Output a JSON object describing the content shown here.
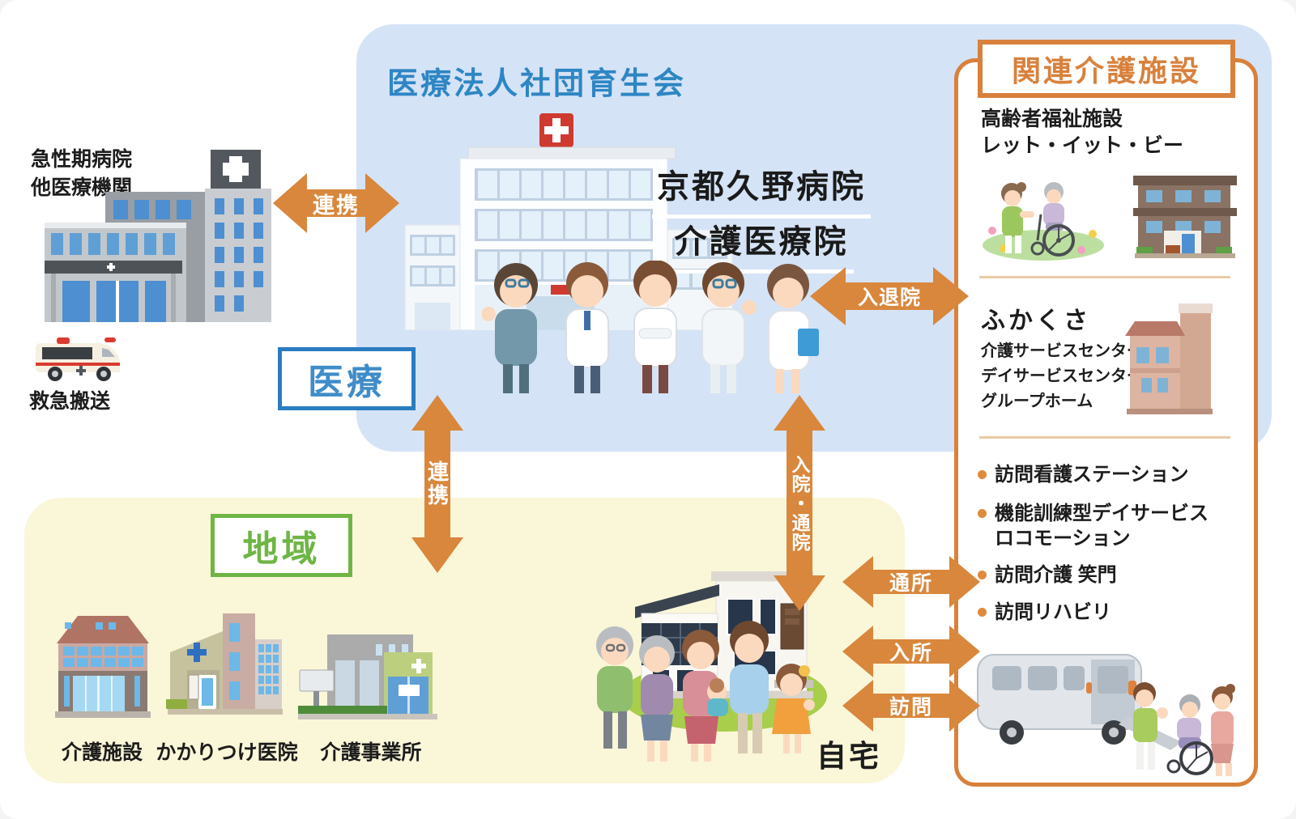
{
  "left": {
    "acute_line1": "急性期病院",
    "acute_line2": "他医療機関",
    "ambulance_label": "救急搬送"
  },
  "medical": {
    "corp_title": "医療法人社団育生会",
    "hospital_line1": "京都久野病院",
    "hospital_line2": "介護医療院",
    "tag": "医療"
  },
  "community": {
    "tag": "地域",
    "facility1": "介護施設",
    "facility2": "かかりつけ医院",
    "facility3": "介護事業所",
    "home": "自宅"
  },
  "panel": {
    "title": "関連介護施設",
    "s1_line1": "高齢者福祉施設",
    "s1_line2": "レット・イット・ビー",
    "s2_name": "ふかくさ",
    "s2_service1": "介護サービスセンター",
    "s2_service2": "デイサービスセンター",
    "s2_service3": "グループホーム",
    "bullet1": "訪問看護ステーション",
    "bullet2_line1": "機能訓練型デイサービス",
    "bullet2_line2": "ロコモーション",
    "bullet3": "訪問介護 笑門",
    "bullet4": "訪問リハビリ"
  },
  "arrows": {
    "renkei_left": "連携",
    "renkei_vertical": "連携",
    "nyutaiin": "入退院",
    "nyuin_tsuin": "入院・通院",
    "tsusho": "通所",
    "nyusho": "入所",
    "homon": "訪問"
  },
  "colors": {
    "arrow_orange": "#d8873c",
    "panel_border_orange": "#d8813c",
    "corp_blue": "#2e86c4",
    "medical_blue": "#2a7cc0",
    "region_green": "#6fb545",
    "blue_bg": "#d5e3f6",
    "yellow_bg": "#faf6d8"
  }
}
